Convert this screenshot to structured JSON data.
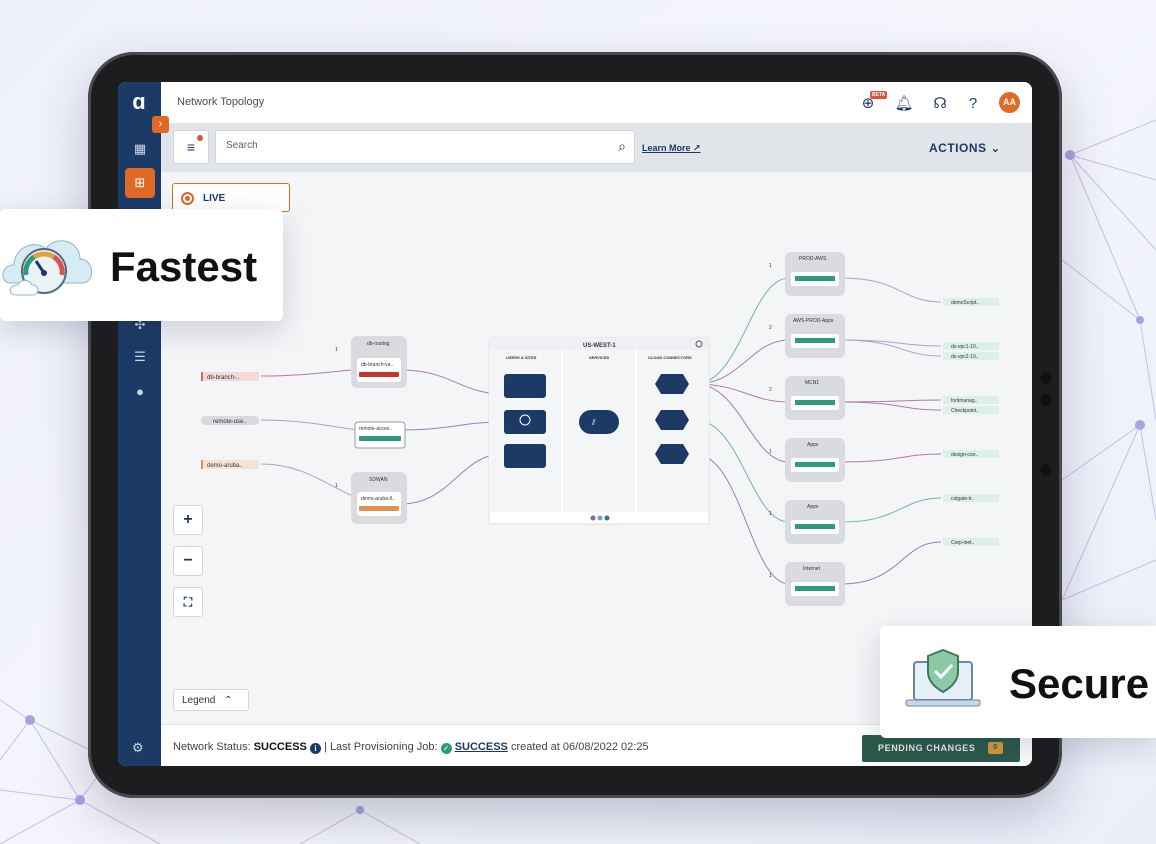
{
  "header": {
    "title": "Network Topology",
    "beta_badge": "BETA",
    "avatar_initials": "AA"
  },
  "toolbar": {
    "search_placeholder": "Search",
    "learn_more": "Learn More",
    "actions_label": "ACTIONS"
  },
  "canvas": {
    "live_label": "LIVE",
    "legend_label": "Legend",
    "zoom_in": "+",
    "zoom_out": "−"
  },
  "topology": {
    "region_title": "US-WEST-1",
    "columns": [
      "USERS & SITES",
      "SERVICES",
      "CLOUD CONNECTORS"
    ],
    "left_sources": [
      "db-branch-..",
      "remote-use..",
      "demo-aruba.."
    ],
    "left_groups": [
      {
        "title": "db-routing",
        "badge": "1",
        "node": "db-branch-va.."
      },
      {
        "title": "",
        "badge": "",
        "node": "remote-acces.."
      },
      {
        "title": "SDWAN",
        "badge": "1",
        "node": "demo-aruba-ll.."
      }
    ],
    "right_groups": [
      {
        "title": "PROD-AWS",
        "badge": "1"
      },
      {
        "title": "AWS-PROD-Apps",
        "badge": "2"
      },
      {
        "title": "MCN1",
        "badge": "2"
      },
      {
        "title": "Apps",
        "badge": "1"
      },
      {
        "title": "Apps",
        "badge": "1"
      },
      {
        "title": "Internet",
        "badge": "1"
      }
    ],
    "right_destinations": [
      "demoScript..",
      "dx-vpc1-10..",
      "dx-vpc2-10..",
      "fortimanag..",
      "Checkpoint..",
      "design-con..",
      "colgate-tr..",
      "Corp-inet.."
    ]
  },
  "status": {
    "network_status_label": "Network Status:",
    "network_status_value": "SUCCESS",
    "separator": "|",
    "last_job_label": "Last Provisioning Job:",
    "last_job_value": "SUCCESS",
    "created_text": "created at 06/08/2022 02:25",
    "pending_label": "PENDING CHANGES",
    "pending_count": "0"
  },
  "cards": {
    "fastest": "Fastest",
    "secure": "Secure"
  },
  "colors": {
    "sidebar": "#1c3a66",
    "accent": "#e06a24",
    "pending": "#2d5a4b",
    "cloud_teal": "#2f9a7e"
  }
}
